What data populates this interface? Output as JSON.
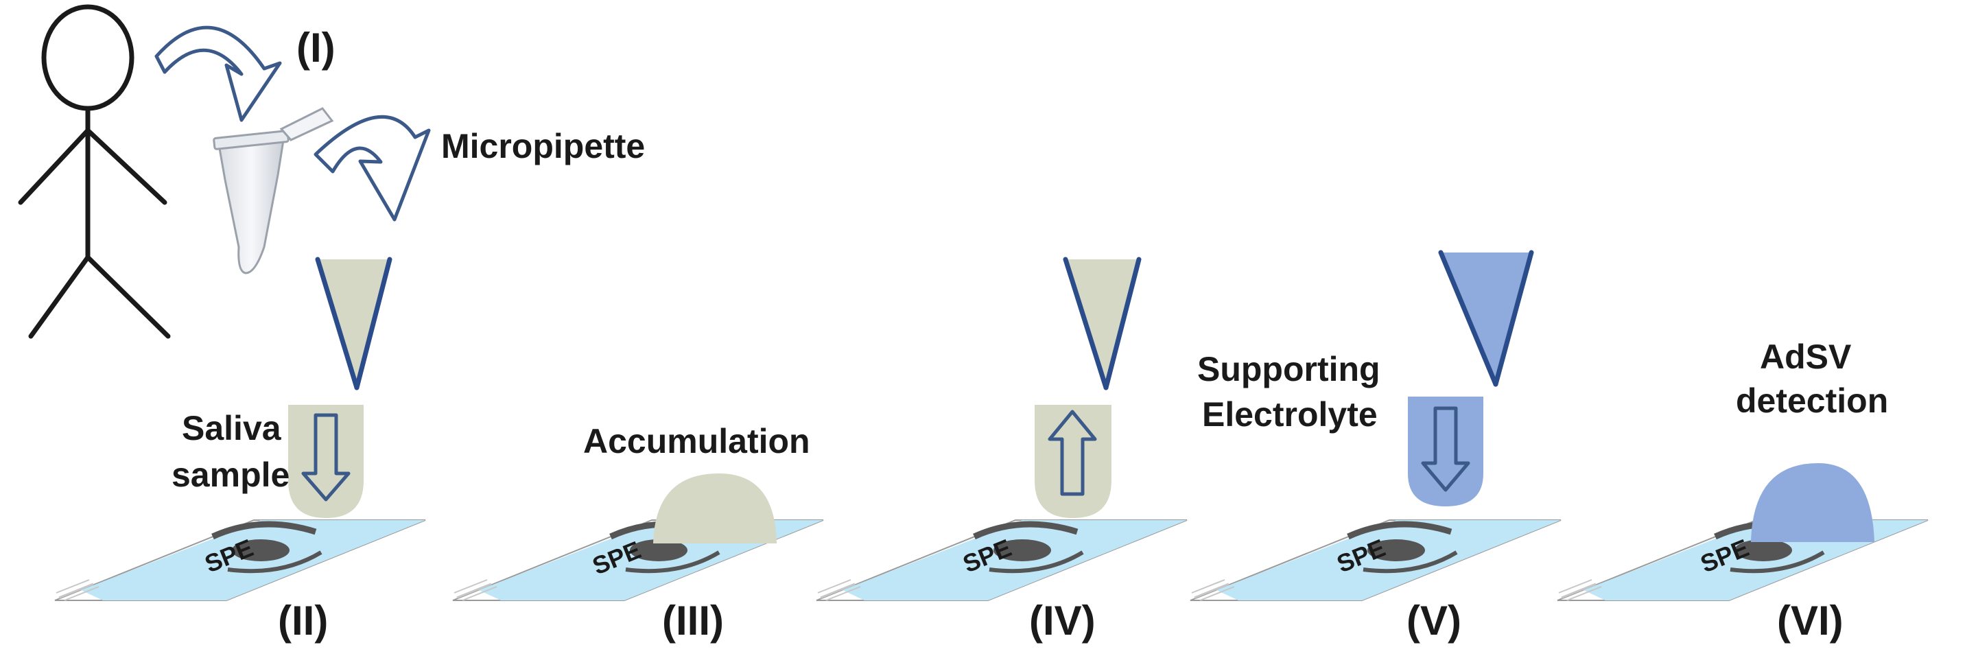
{
  "labels": {
    "stage_1": "(I)",
    "micropipette": "Micropipette",
    "saliva_line1": "Saliva",
    "saliva_line2": "sample",
    "accumulation": "Accumulation",
    "supporting_line1": "Supporting",
    "supporting_line2": "Electrolyte",
    "adsv_line1": "AdSV",
    "adsv_line2": "detection",
    "stage_2": "(II)",
    "stage_3": "(III)",
    "stage_4": "(IV)",
    "stage_5": "(V)",
    "stage_6": "(VI)",
    "spe": "SPE"
  },
  "colors": {
    "saliva": "#d5d8c4",
    "electrolyte": "#8faadc",
    "arrow_outline": "#3b5a8a",
    "spe_strip": "#bfe6f7",
    "electrode": "#555555",
    "line": "#1a1a1a"
  },
  "steps": [
    {
      "id": "II",
      "drop": "saliva",
      "arrow": "down",
      "pipette": "saliva"
    },
    {
      "id": "III",
      "drop": "saliva-puddle",
      "arrow": "none",
      "pipette": "none"
    },
    {
      "id": "IV",
      "drop": "saliva",
      "arrow": "up",
      "pipette": "saliva"
    },
    {
      "id": "V",
      "drop": "electrolyte",
      "arrow": "down",
      "pipette": "electrolyte"
    },
    {
      "id": "VI",
      "drop": "electrolyte-puddle",
      "arrow": "none",
      "pipette": "none"
    }
  ]
}
